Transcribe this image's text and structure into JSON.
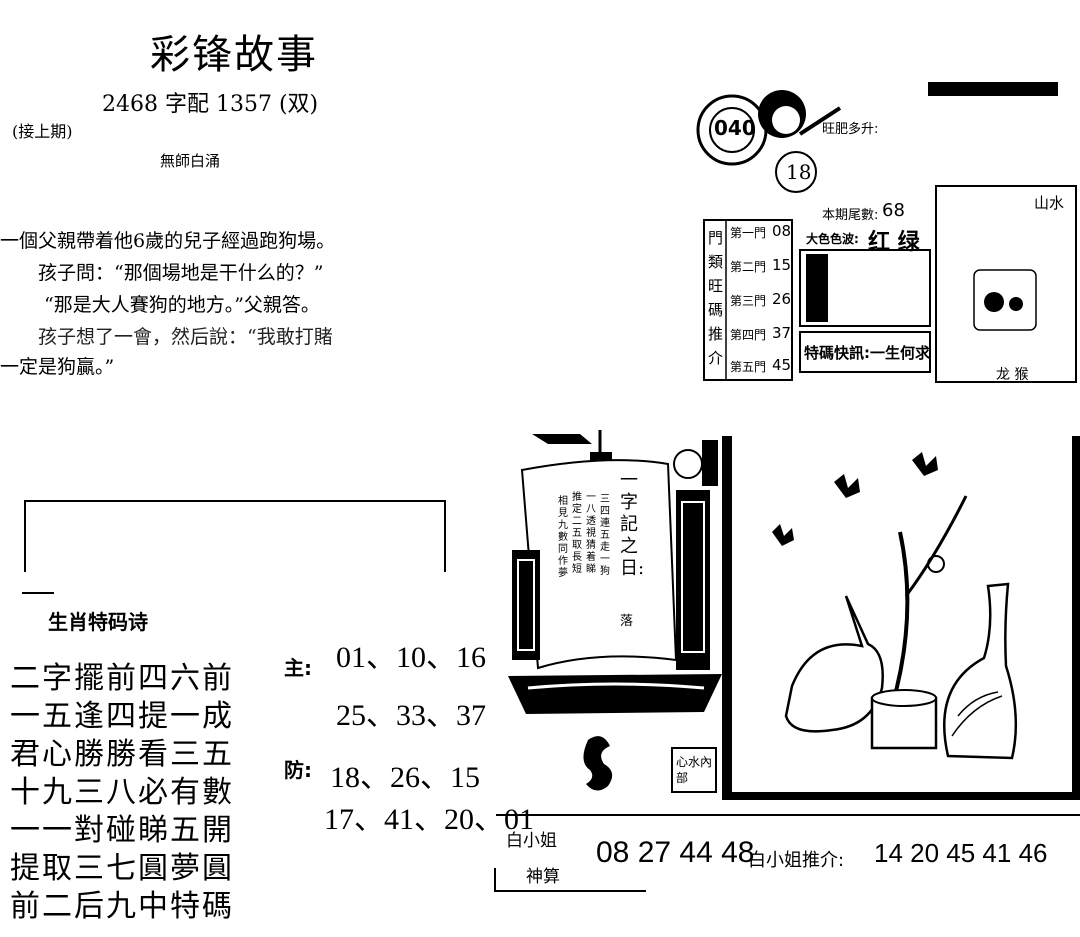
{
  "header": {
    "title": "彩锋故事",
    "issue_line": "2468 字配 1357 (双)",
    "continued": "(接上期)",
    "author": "無師白涌"
  },
  "story": {
    "lines": [
      "一個父親帶着他6歲的兒子經過跑狗場。",
      "孩子問：“那個場地是干什么的？”",
      "“那是大人賽狗的地方。”父親答。",
      "孩子想了一會，然后說：“我敢打賭",
      "一定是狗贏。”"
    ]
  },
  "poem": {
    "title": "生肖特码诗",
    "lines": [
      "二字擺前四六前",
      "一五逢四提一成",
      "君心勝勝看三五",
      "十九三八必有數",
      "一一對碰睇五開",
      "提取三七圓夢圓",
      "前二后九中特碼"
    ]
  },
  "picks": {
    "main_label": "主:",
    "main_line1": "01、10、16",
    "main_line2": "25、33、37",
    "defense_label": "防:",
    "defense_line1": "18、26、15",
    "defense_line2": "17、41、20、01"
  },
  "bottom": {
    "label_top": "白小姐",
    "label_bottom": "神算",
    "numbers": "08 27 44 48",
    "recommend_label": "白小姐推介:",
    "recommend_numbers": "14 20 45 41 46"
  },
  "top_right": {
    "badge_number": "040",
    "ball_number": "18",
    "heading": "旺肥多升:",
    "tail_label": "本期尾數:",
    "tail_value": "68",
    "color_label": "大色色波:",
    "color_value": "红 绿",
    "gate_title": "門類旺碼推介",
    "gates": [
      {
        "label": "第一門",
        "value": "08"
      },
      {
        "label": "第二門",
        "value": "15"
      },
      {
        "label": "第三門",
        "value": "26"
      },
      {
        "label": "第四門",
        "value": "37"
      },
      {
        "label": "第五門",
        "value": "45"
      }
    ],
    "special": "特碼快訊:一生何求",
    "side_top": "山水",
    "side_bottom": "龙 猴"
  },
  "ship": {
    "heading": "一字記之日:",
    "heading_end": "落",
    "verse": [
      "三四連五走一狗",
      "一八透視猜着睇",
      "推定二五取長短",
      "相見九數同作夢"
    ]
  },
  "stamp": {
    "label": "心水內部"
  }
}
